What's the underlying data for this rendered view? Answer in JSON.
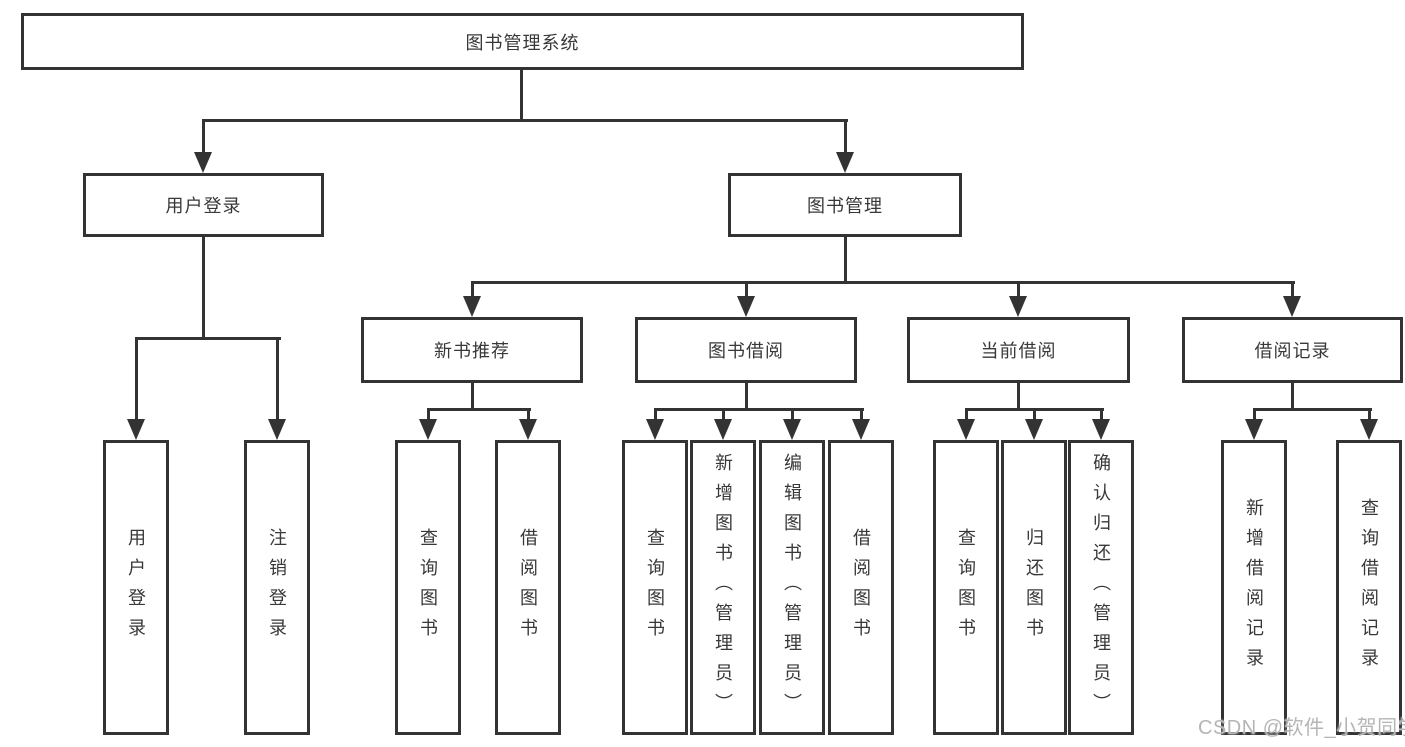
{
  "nodes": {
    "root": "图书管理系统",
    "user_login": "用户登录",
    "book_mgmt": "图书管理",
    "new_book_rec": "新书推荐",
    "book_borrow": "图书借阅",
    "current_borrow": "当前借阅",
    "borrow_records": "借阅记录"
  },
  "leaves": {
    "user_login": "用户登录",
    "logout": "注销登录",
    "nb_query": "查询图书",
    "nb_borrow": "借阅图书",
    "bb_query": "查询图书",
    "bb_add": "新增图书（管理员）",
    "bb_edit": "编辑图书（管理员）",
    "bb_borrow": "借阅图书",
    "cb_query": "查询图书",
    "cb_return": "归还图书",
    "cb_confirm": "确认归还（管理员）",
    "br_add": "新增借阅记录",
    "br_query": "查询借阅记录"
  },
  "watermark": "CSDN @软件_小贺同学",
  "colors": {
    "line": "#333333",
    "text": "#383838",
    "watermark": "#b5b5b5",
    "background": "#ffffff"
  }
}
